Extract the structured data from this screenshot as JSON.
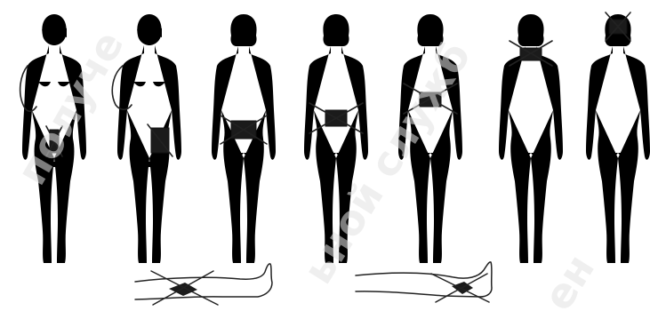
{
  "figures": [
    {
      "id": "f1",
      "view": "front",
      "patch": "groin"
    },
    {
      "id": "f2",
      "view": "front",
      "patch": "inner-thigh"
    },
    {
      "id": "f3",
      "view": "back",
      "patch": "buttocks"
    },
    {
      "id": "f4",
      "view": "back",
      "patch": "lower-back"
    },
    {
      "id": "f5",
      "view": "back",
      "patch": "lumbar"
    },
    {
      "id": "f6",
      "view": "back",
      "patch": "upper-back"
    },
    {
      "id": "f7",
      "view": "back",
      "patch": "head"
    }
  ],
  "legs": [
    {
      "id": "l1",
      "patch": "knee"
    },
    {
      "id": "l2",
      "patch": "ankle"
    }
  ],
  "watermark": {
    "w1": "получе",
    "w2": "ьной служб",
    "w3": "ен"
  },
  "colors": {
    "line": "#222222",
    "patch": "#1b1b1b",
    "watermark": "#e3e3e3"
  }
}
